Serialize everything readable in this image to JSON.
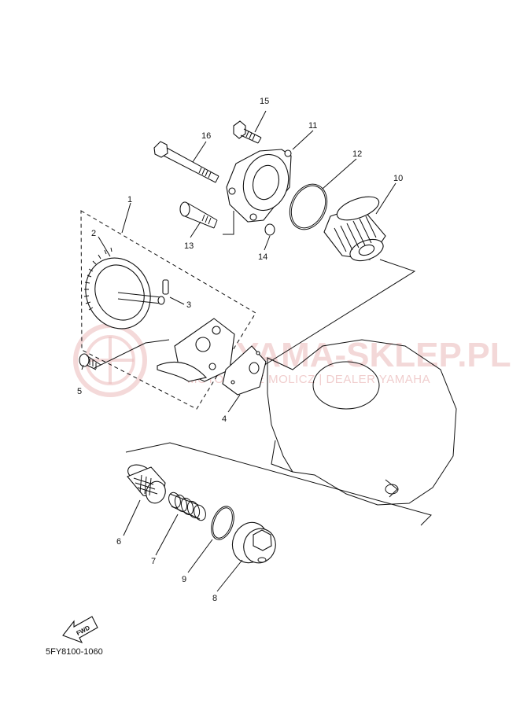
{
  "watermark": {
    "brand": "YAMA-SKLEP.PL",
    "tagline": "MOTOCYKLE MOLICZ | DEALER YAMAHA"
  },
  "fwd_label": "FWD",
  "diagram_code": "5FY8100-1060",
  "callouts": [
    {
      "id": "1",
      "label": "1"
    },
    {
      "id": "2",
      "label": "2"
    },
    {
      "id": "3",
      "label": "3"
    },
    {
      "id": "4",
      "label": "4"
    },
    {
      "id": "5",
      "label": "5"
    },
    {
      "id": "6",
      "label": "6"
    },
    {
      "id": "7",
      "label": "7"
    },
    {
      "id": "8",
      "label": "8"
    },
    {
      "id": "9",
      "label": "9"
    },
    {
      "id": "10",
      "label": "10"
    },
    {
      "id": "11",
      "label": "11"
    },
    {
      "id": "12",
      "label": "12"
    },
    {
      "id": "13",
      "label": "13"
    },
    {
      "id": "14",
      "label": "14"
    },
    {
      "id": "15",
      "label": "15"
    },
    {
      "id": "16",
      "label": "16"
    }
  ]
}
